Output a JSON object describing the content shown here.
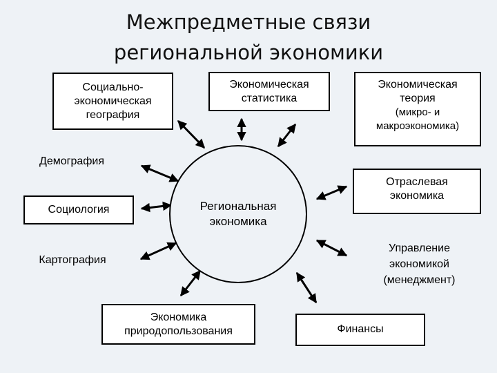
{
  "title": {
    "line1": "Межпредметные связи",
    "line2": "региональной экономики"
  },
  "center": {
    "line1": "Региональная",
    "line2": "экономика"
  },
  "nodes": {
    "socio_geo": [
      "Социально-",
      "экономическая",
      "география"
    ],
    "econ_stat": [
      "Экономическая",
      "статистика"
    ],
    "econ_theory": [
      "Экономическая",
      "теория",
      "(микро- и",
      "макроэкономика)"
    ],
    "demography": "Демография",
    "sociology": "Социология",
    "cartography": "Картография",
    "sector_econ": [
      "Отраслевая",
      "экономика"
    ],
    "management": [
      "Управление",
      "экономикой",
      "(менеджмент)"
    ],
    "nature_econ": [
      "Экономика",
      "природопользования"
    ],
    "finance": "Финансы"
  },
  "colors": {
    "background": "#eef2f6",
    "box_fill": "#ffffff",
    "stroke": "#000000"
  }
}
